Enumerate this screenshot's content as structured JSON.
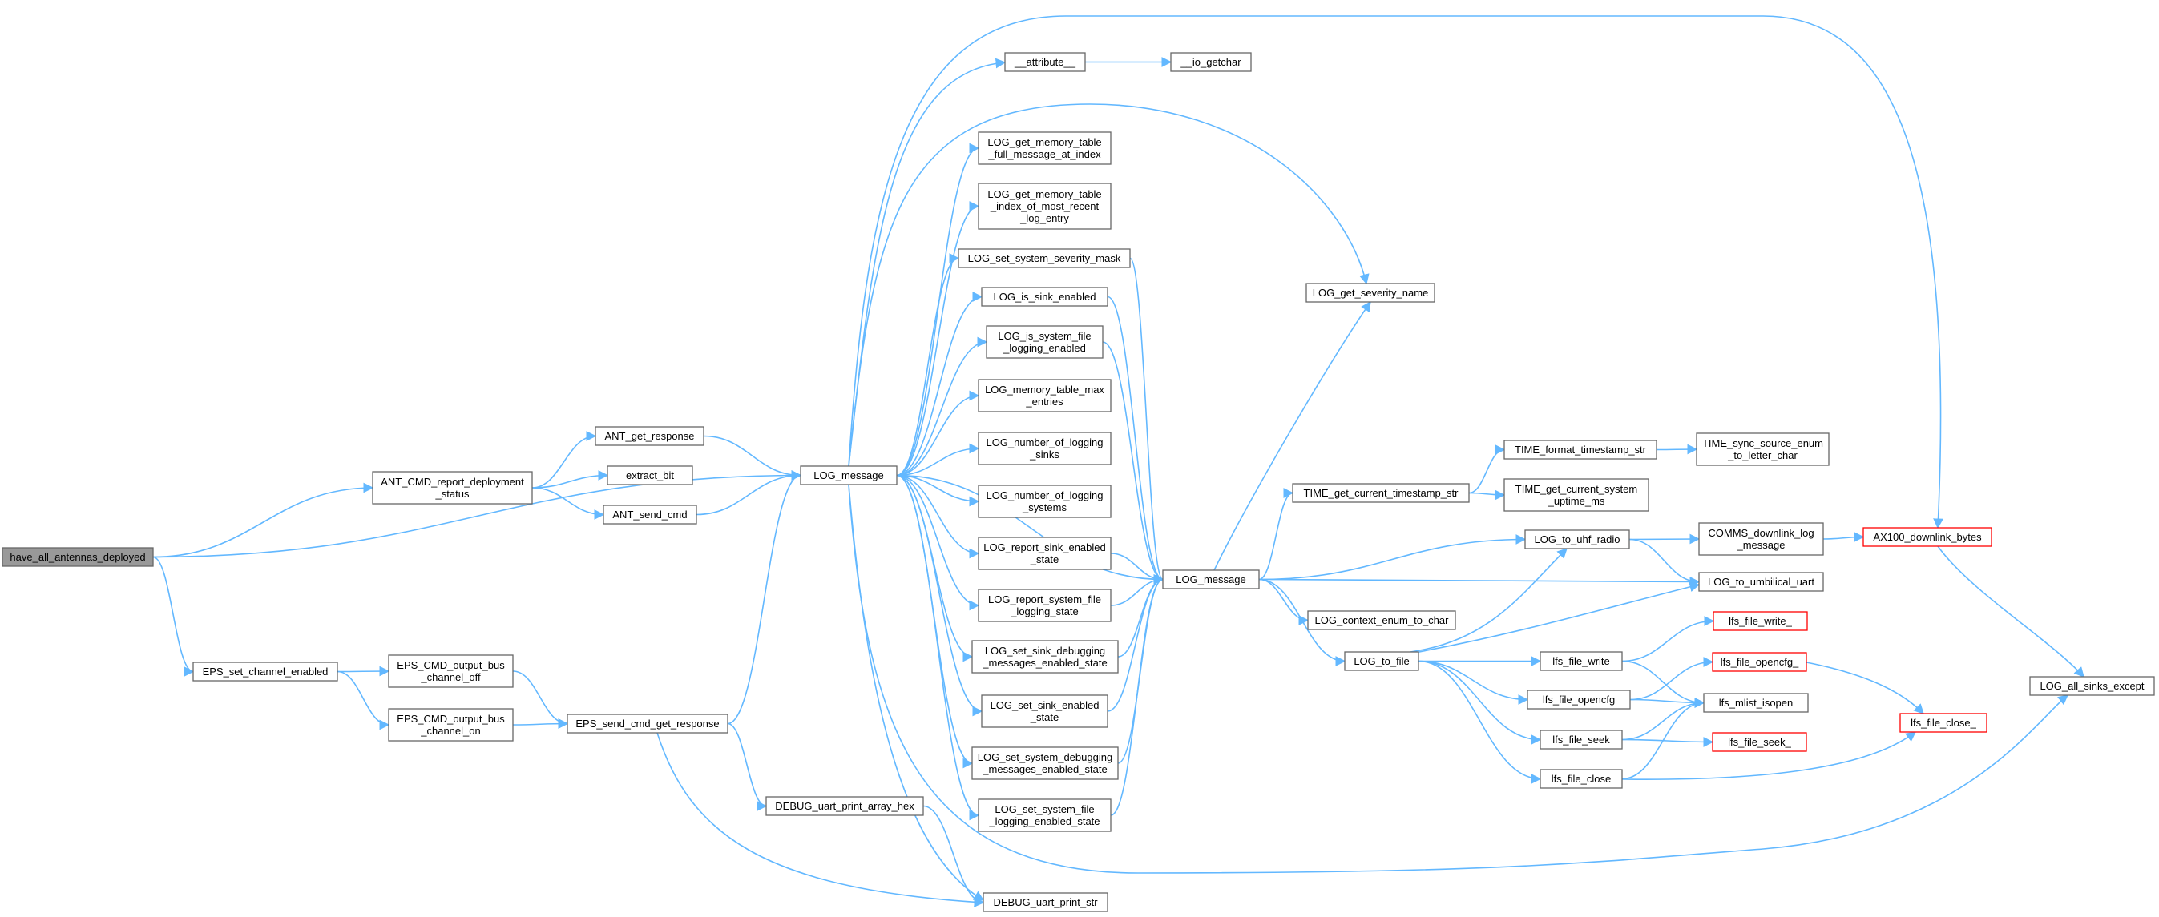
{
  "graph": {
    "colors": {
      "edge": "#63b8ff",
      "node_border": "#666666",
      "truncated_border": "#ff0000",
      "root_fill": "#999999",
      "node_fill": "#ffffff"
    },
    "nodes": [
      {
        "id": "have_all_antennas_deployed",
        "lines": [
          "have_all_antennas_deployed"
        ],
        "style": "root"
      },
      {
        "id": "ANT_CMD_report_deployment_status",
        "lines": [
          "ANT_CMD_report_deployment",
          "_status"
        ]
      },
      {
        "id": "ANT_get_response",
        "lines": [
          "ANT_get_response"
        ]
      },
      {
        "id": "extract_bit",
        "lines": [
          "extract_bit"
        ]
      },
      {
        "id": "ANT_send_cmd",
        "lines": [
          "ANT_send_cmd"
        ]
      },
      {
        "id": "LOG_message_1",
        "lines": [
          "LOG_message"
        ]
      },
      {
        "id": "EPS_set_channel_enabled",
        "lines": [
          "EPS_set_channel_enabled"
        ]
      },
      {
        "id": "EPS_CMD_output_bus_channel_off",
        "lines": [
          "EPS_CMD_output_bus",
          "_channel_off"
        ]
      },
      {
        "id": "EPS_CMD_output_bus_channel_on",
        "lines": [
          "EPS_CMD_output_bus",
          "_channel_on"
        ]
      },
      {
        "id": "EPS_send_cmd_get_response",
        "lines": [
          "EPS_send_cmd_get_response"
        ]
      },
      {
        "id": "DEBUG_uart_print_array_hex",
        "lines": [
          "DEBUG_uart_print_array_hex"
        ]
      },
      {
        "id": "DEBUG_uart_print_str",
        "lines": [
          "DEBUG_uart_print_str"
        ]
      },
      {
        "id": "__attribute__",
        "lines": [
          "__attribute__"
        ]
      },
      {
        "id": "__io_getchar",
        "lines": [
          "__io_getchar"
        ]
      },
      {
        "id": "LOG_get_memory_table_full_message_at_index",
        "lines": [
          "LOG_get_memory_table",
          "_full_message_at_index"
        ]
      },
      {
        "id": "LOG_get_memory_table_index_of_most_recent_log_entry",
        "lines": [
          "LOG_get_memory_table",
          "_index_of_most_recent",
          "_log_entry"
        ]
      },
      {
        "id": "LOG_set_system_severity_mask",
        "lines": [
          "LOG_set_system_severity_mask"
        ]
      },
      {
        "id": "LOG_is_sink_enabled",
        "lines": [
          "LOG_is_sink_enabled"
        ]
      },
      {
        "id": "LOG_is_system_file_logging_enabled",
        "lines": [
          "LOG_is_system_file",
          "_logging_enabled"
        ]
      },
      {
        "id": "LOG_memory_table_max_entries",
        "lines": [
          "LOG_memory_table_max",
          "_entries"
        ]
      },
      {
        "id": "LOG_number_of_logging_sinks",
        "lines": [
          "LOG_number_of_logging",
          "_sinks"
        ]
      },
      {
        "id": "LOG_number_of_logging_systems",
        "lines": [
          "LOG_number_of_logging",
          "_systems"
        ]
      },
      {
        "id": "LOG_report_sink_enabled_state",
        "lines": [
          "LOG_report_sink_enabled",
          "_state"
        ]
      },
      {
        "id": "LOG_report_system_file_logging_state",
        "lines": [
          "LOG_report_system_file",
          "_logging_state"
        ]
      },
      {
        "id": "LOG_set_sink_debugging_messages_enabled_state",
        "lines": [
          "LOG_set_sink_debugging",
          "_messages_enabled_state"
        ]
      },
      {
        "id": "LOG_set_sink_enabled_state",
        "lines": [
          "LOG_set_sink_enabled",
          "_state"
        ]
      },
      {
        "id": "LOG_set_system_debugging_messages_enabled_state",
        "lines": [
          "LOG_set_system_debugging",
          "_messages_enabled_state"
        ]
      },
      {
        "id": "LOG_set_system_file_logging_enabled_state",
        "lines": [
          "LOG_set_system_file",
          "_logging_enabled_state"
        ]
      },
      {
        "id": "LOG_message_2",
        "lines": [
          "LOG_message"
        ]
      },
      {
        "id": "LOG_get_severity_name",
        "lines": [
          "LOG_get_severity_name"
        ]
      },
      {
        "id": "TIME_get_current_timestamp_str",
        "lines": [
          "TIME_get_current_timestamp_str"
        ]
      },
      {
        "id": "TIME_format_timestamp_str",
        "lines": [
          "TIME_format_timestamp_str"
        ]
      },
      {
        "id": "TIME_sync_source_enum_to_letter_char",
        "lines": [
          "TIME_sync_source_enum",
          "_to_letter_char"
        ]
      },
      {
        "id": "TIME_get_current_system_uptime_ms",
        "lines": [
          "TIME_get_current_system",
          "_uptime_ms"
        ]
      },
      {
        "id": "LOG_to_uhf_radio",
        "lines": [
          "LOG_to_uhf_radio"
        ]
      },
      {
        "id": "LOG_context_enum_to_char",
        "lines": [
          "LOG_context_enum_to_char"
        ]
      },
      {
        "id": "LOG_to_file",
        "lines": [
          "LOG_to_file"
        ]
      },
      {
        "id": "LOG_to_umbilical_uart",
        "lines": [
          "LOG_to_umbilical_uart"
        ]
      },
      {
        "id": "COMMS_downlink_log_message",
        "lines": [
          "COMMS_downlink_log",
          "_message"
        ]
      },
      {
        "id": "AX100_downlink_bytes",
        "lines": [
          "AX100_downlink_bytes"
        ],
        "style": "truncated"
      },
      {
        "id": "LOG_all_sinks_except",
        "lines": [
          "LOG_all_sinks_except"
        ]
      },
      {
        "id": "lfs_file_write",
        "lines": [
          "lfs_file_write"
        ]
      },
      {
        "id": "lfs_file_write_",
        "lines": [
          "lfs_file_write_"
        ],
        "style": "truncated"
      },
      {
        "id": "lfs_file_opencfg",
        "lines": [
          "lfs_file_opencfg"
        ]
      },
      {
        "id": "lfs_file_opencfg_",
        "lines": [
          "lfs_file_opencfg_"
        ],
        "style": "truncated"
      },
      {
        "id": "lfs_mlist_isopen",
        "lines": [
          "lfs_mlist_isopen"
        ]
      },
      {
        "id": "lfs_file_seek",
        "lines": [
          "lfs_file_seek"
        ]
      },
      {
        "id": "lfs_file_seek_",
        "lines": [
          "lfs_file_seek_"
        ],
        "style": "truncated"
      },
      {
        "id": "lfs_file_close",
        "lines": [
          "lfs_file_close"
        ]
      },
      {
        "id": "lfs_file_close_",
        "lines": [
          "lfs_file_close_"
        ],
        "style": "truncated"
      }
    ],
    "edges": [
      [
        "have_all_antennas_deployed",
        "ANT_CMD_report_deployment_status"
      ],
      [
        "have_all_antennas_deployed",
        "LOG_message_1"
      ],
      [
        "have_all_antennas_deployed",
        "EPS_set_channel_enabled"
      ],
      [
        "ANT_CMD_report_deployment_status",
        "ANT_get_response"
      ],
      [
        "ANT_CMD_report_deployment_status",
        "extract_bit"
      ],
      [
        "ANT_CMD_report_deployment_status",
        "ANT_send_cmd"
      ],
      [
        "ANT_get_response",
        "LOG_message_1"
      ],
      [
        "ANT_send_cmd",
        "LOG_message_1"
      ],
      [
        "EPS_set_channel_enabled",
        "EPS_CMD_output_bus_channel_off"
      ],
      [
        "EPS_set_channel_enabled",
        "EPS_CMD_output_bus_channel_on"
      ],
      [
        "EPS_CMD_output_bus_channel_off",
        "EPS_send_cmd_get_response"
      ],
      [
        "EPS_CMD_output_bus_channel_on",
        "EPS_send_cmd_get_response"
      ],
      [
        "EPS_send_cmd_get_response",
        "LOG_message_1"
      ],
      [
        "EPS_send_cmd_get_response",
        "DEBUG_uart_print_array_hex"
      ],
      [
        "EPS_send_cmd_get_response",
        "DEBUG_uart_print_str"
      ],
      [
        "DEBUG_uart_print_array_hex",
        "DEBUG_uart_print_str"
      ],
      [
        "LOG_message_1",
        "__attribute__"
      ],
      [
        "LOG_message_1",
        "AX100_downlink_bytes"
      ],
      [
        "LOG_message_1",
        "LOG_get_severity_name"
      ],
      [
        "LOG_message_1",
        "LOG_get_memory_table_full_message_at_index"
      ],
      [
        "LOG_message_1",
        "LOG_get_memory_table_index_of_most_recent_log_entry"
      ],
      [
        "LOG_message_1",
        "LOG_set_system_severity_mask"
      ],
      [
        "LOG_message_1",
        "LOG_is_sink_enabled"
      ],
      [
        "LOG_message_1",
        "LOG_is_system_file_logging_enabled"
      ],
      [
        "LOG_message_1",
        "LOG_memory_table_max_entries"
      ],
      [
        "LOG_message_1",
        "LOG_number_of_logging_sinks"
      ],
      [
        "LOG_message_1",
        "LOG_number_of_logging_systems"
      ],
      [
        "LOG_message_1",
        "LOG_report_sink_enabled_state"
      ],
      [
        "LOG_message_1",
        "LOG_report_system_file_logging_state"
      ],
      [
        "LOG_message_1",
        "LOG_set_sink_debugging_messages_enabled_state"
      ],
      [
        "LOG_message_1",
        "LOG_set_sink_enabled_state"
      ],
      [
        "LOG_message_1",
        "LOG_set_system_debugging_messages_enabled_state"
      ],
      [
        "LOG_message_1",
        "LOG_set_system_file_logging_enabled_state"
      ],
      [
        "LOG_message_1",
        "LOG_message_2"
      ],
      [
        "LOG_message_1",
        "DEBUG_uart_print_str"
      ],
      [
        "LOG_message_1",
        "LOG_all_sinks_except"
      ],
      [
        "__attribute__",
        "__io_getchar"
      ],
      [
        "LOG_set_system_severity_mask",
        "LOG_message_2"
      ],
      [
        "LOG_is_sink_enabled",
        "LOG_message_2"
      ],
      [
        "LOG_is_system_file_logging_enabled",
        "LOG_message_2"
      ],
      [
        "LOG_report_sink_enabled_state",
        "LOG_message_2"
      ],
      [
        "LOG_report_system_file_logging_state",
        "LOG_message_2"
      ],
      [
        "LOG_set_sink_debugging_messages_enabled_state",
        "LOG_message_2"
      ],
      [
        "LOG_set_sink_enabled_state",
        "LOG_message_2"
      ],
      [
        "LOG_set_system_debugging_messages_enabled_state",
        "LOG_message_2"
      ],
      [
        "LOG_set_system_file_logging_enabled_state",
        "LOG_message_2"
      ],
      [
        "LOG_message_2",
        "LOG_get_severity_name"
      ],
      [
        "LOG_message_2",
        "TIME_get_current_timestamp_str"
      ],
      [
        "LOG_message_2",
        "LOG_to_uhf_radio"
      ],
      [
        "LOG_message_2",
        "LOG_to_umbilical_uart"
      ],
      [
        "LOG_message_2",
        "LOG_context_enum_to_char"
      ],
      [
        "LOG_message_2",
        "LOG_to_file"
      ],
      [
        "TIME_get_current_timestamp_str",
        "TIME_format_timestamp_str"
      ],
      [
        "TIME_get_current_timestamp_str",
        "TIME_get_current_system_uptime_ms"
      ],
      [
        "TIME_format_timestamp_str",
        "TIME_sync_source_enum_to_letter_char"
      ],
      [
        "LOG_to_uhf_radio",
        "COMMS_downlink_log_message"
      ],
      [
        "LOG_to_uhf_radio",
        "LOG_to_umbilical_uart"
      ],
      [
        "COMMS_downlink_log_message",
        "AX100_downlink_bytes"
      ],
      [
        "AX100_downlink_bytes",
        "LOG_all_sinks_except"
      ],
      [
        "LOG_to_file",
        "LOG_to_uhf_radio"
      ],
      [
        "LOG_to_file",
        "LOG_to_umbilical_uart"
      ],
      [
        "LOG_to_file",
        "lfs_file_write"
      ],
      [
        "LOG_to_file",
        "lfs_file_opencfg"
      ],
      [
        "LOG_to_file",
        "lfs_file_seek"
      ],
      [
        "LOG_to_file",
        "lfs_file_close"
      ],
      [
        "lfs_file_write",
        "lfs_file_write_"
      ],
      [
        "lfs_file_write",
        "lfs_mlist_isopen"
      ],
      [
        "lfs_file_opencfg",
        "lfs_file_opencfg_"
      ],
      [
        "lfs_file_opencfg",
        "lfs_mlist_isopen"
      ],
      [
        "lfs_file_opencfg_",
        "lfs_file_close_"
      ],
      [
        "lfs_file_seek",
        "lfs_file_seek_"
      ],
      [
        "lfs_file_seek",
        "lfs_mlist_isopen"
      ],
      [
        "lfs_file_close",
        "lfs_file_close_"
      ],
      [
        "lfs_file_close",
        "lfs_mlist_isopen"
      ]
    ]
  }
}
